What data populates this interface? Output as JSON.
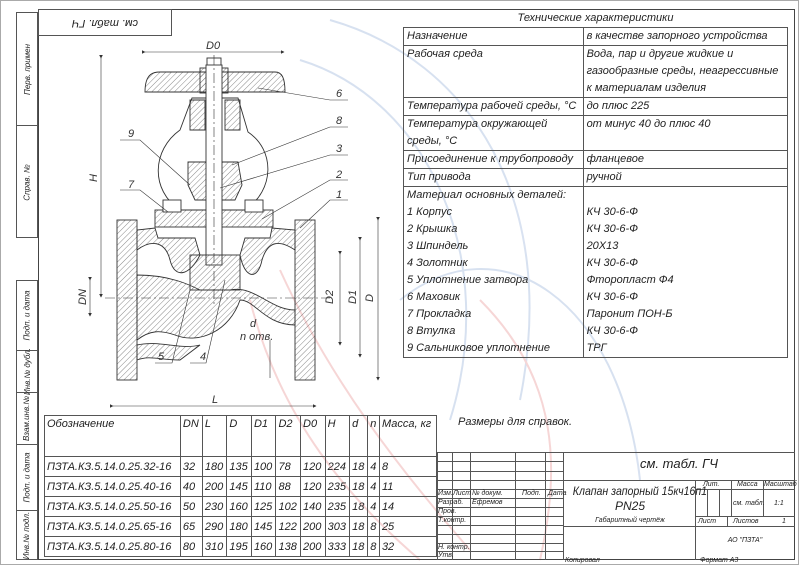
{
  "side_strip": {
    "top": [
      "Перв. примен",
      "Справ. №"
    ],
    "bottom": [
      "Подп. и дата",
      "Инв.№ дубл.",
      "Взам.инв.№",
      "Подп. и дата",
      "Инв.№ подл."
    ]
  },
  "corner_note": "см. табл. ГЧ",
  "drawing": {
    "dim_labels": {
      "DO": "D0",
      "H": "H",
      "DN": "DN",
      "D2": "D2",
      "D1": "D1",
      "D": "D",
      "L": "L",
      "d": "d",
      "n": "n отв."
    },
    "callouts": [
      "1",
      "2",
      "3",
      "4",
      "5",
      "6",
      "7",
      "8",
      "9"
    ]
  },
  "spec": {
    "title": "Технические характеристики",
    "rows": [
      {
        "label": "Назначение",
        "value": "в качестве запорного устройства"
      },
      {
        "label": "Рабочая среда",
        "value": "Вода, пар и другие жидкие и газообразные среды, неагрессивные к материалам изделия"
      },
      {
        "label": "Температура рабочей среды, °С",
        "value": "до плюс 225"
      },
      {
        "label": "Температура окружающей среды, °С",
        "value": "от минус 40 до плюс 40"
      },
      {
        "label": "Присоединение к трубопроводу",
        "value": "фланцевое"
      },
      {
        "label": "Тип привода",
        "value": "ручной"
      }
    ],
    "materials_title": "Материал основных деталей:",
    "materials": [
      {
        "part": "1 Корпус",
        "material": "КЧ 30-6-Ф"
      },
      {
        "part": "2 Крышка",
        "material": "КЧ 30-6-Ф"
      },
      {
        "part": "3 Шпиндель",
        "material": "20Х13"
      },
      {
        "part": "4 Золотник",
        "material": "КЧ 30-6-Ф"
      },
      {
        "part": "5 Уплотнение затвора",
        "material": "Фторопласт Ф4"
      },
      {
        "part": "6 Маховик",
        "material": "КЧ 30-6-Ф"
      },
      {
        "part": "7 Прокладка",
        "material": "Паронит ПОН-Б"
      },
      {
        "part": "8 Втулка",
        "material": "КЧ 30-6-Ф"
      },
      {
        "part": "9 Сальниковое уплотнение",
        "material": "ТРГ"
      }
    ]
  },
  "reference_note": "Размеры для справок.",
  "dims_table": {
    "headers": [
      "Обозначение",
      "DN",
      "L",
      "D",
      "D1",
      "D2",
      "D0",
      "H",
      "d",
      "n",
      "Масса, кг"
    ],
    "rows": [
      [
        "ПЗТА.КЗ.5.14.0.25.32-16",
        "32",
        "180",
        "135",
        "100",
        "78",
        "120",
        "224",
        "18",
        "4",
        "8"
      ],
      [
        "ПЗТА.КЗ.5.14.0.25.40-16",
        "40",
        "200",
        "145",
        "110",
        "88",
        "120",
        "235",
        "18",
        "4",
        "11"
      ],
      [
        "ПЗТА.КЗ.5.14.0.25.50-16",
        "50",
        "230",
        "160",
        "125",
        "102",
        "140",
        "235",
        "18",
        "4",
        "14"
      ],
      [
        "ПЗТА.КЗ.5.14.0.25.65-16",
        "65",
        "290",
        "180",
        "145",
        "122",
        "200",
        "303",
        "18",
        "8",
        "25"
      ],
      [
        "ПЗТА.КЗ.5.14.0.25.80-16",
        "80",
        "310",
        "195",
        "160",
        "138",
        "200",
        "333",
        "18",
        "8",
        "32"
      ]
    ]
  },
  "title_block": {
    "designation": "см. табл. ГЧ",
    "name_line1": "Клапан запорный 15кч16п1",
    "name_line2": "PN25",
    "doc_type": "Габаритный чертёж",
    "headers": {
      "izm": "Изм.",
      "list": "Лист",
      "doc": "№ докум.",
      "podp": "Подп.",
      "date": "Дата"
    },
    "roles": {
      "razrab": "Разраб.",
      "prov": "Пров.",
      "tkontr": "Т.контр.",
      "nkontr": "Н. контр.",
      "utv": "Утв."
    },
    "developer": "Ефремов",
    "lit_label": "Лит.",
    "mass_label": "Масса",
    "scale_label": "Масштаб",
    "mass_value": "см. табл.",
    "scale_value": "1:1",
    "sheet_label": "Лист",
    "sheets_label": "Листов",
    "sheets_value": "1",
    "company": "АО \"ПЗТА\"",
    "copied": "Копировал",
    "format": "Формат А3"
  }
}
